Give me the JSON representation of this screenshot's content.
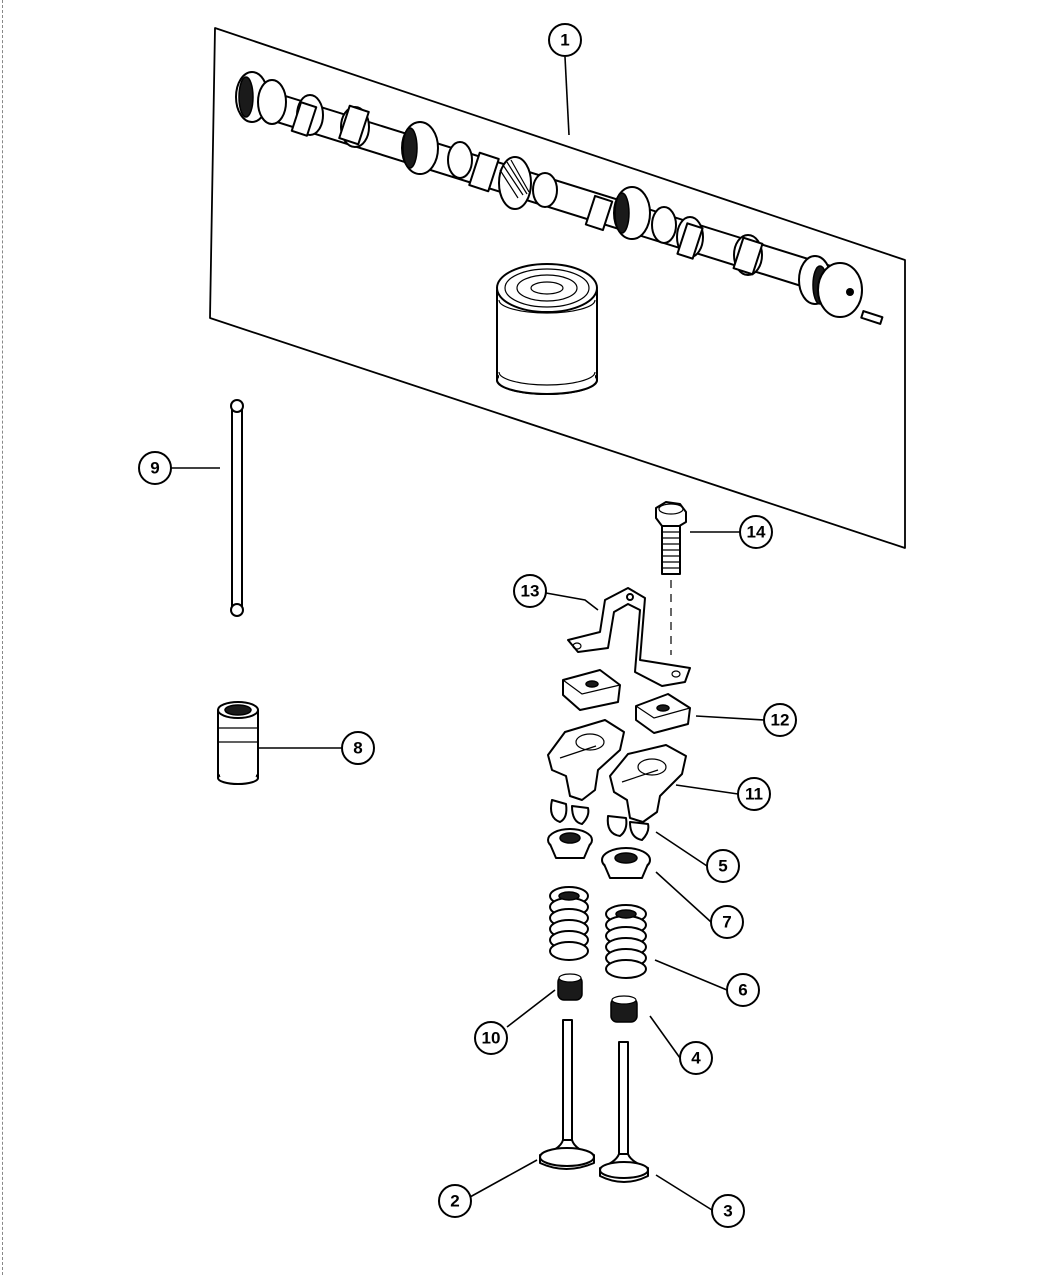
{
  "diagram": {
    "type": "exploded-parts-diagram",
    "callouts": [
      {
        "id": "1",
        "label": "1",
        "part": "camshaft-kit"
      },
      {
        "id": "2",
        "label": "2",
        "part": "intake-valve"
      },
      {
        "id": "3",
        "label": "3",
        "part": "exhaust-valve"
      },
      {
        "id": "4",
        "label": "4",
        "part": "valve-stem-seal"
      },
      {
        "id": "5",
        "label": "5",
        "part": "valve-keepers"
      },
      {
        "id": "6",
        "label": "6",
        "part": "valve-spring"
      },
      {
        "id": "7",
        "label": "7",
        "part": "valve-spring-retainer"
      },
      {
        "id": "8",
        "label": "8",
        "part": "hydraulic-lifter"
      },
      {
        "id": "9",
        "label": "9",
        "part": "push-rod"
      },
      {
        "id": "10",
        "label": "10",
        "part": "valve-stem-seal"
      },
      {
        "id": "11",
        "label": "11",
        "part": "rocker-arm"
      },
      {
        "id": "12",
        "label": "12",
        "part": "rocker-pivot"
      },
      {
        "id": "13",
        "label": "13",
        "part": "rocker-bridge"
      },
      {
        "id": "14",
        "label": "14",
        "part": "bolt"
      }
    ]
  },
  "colors": {
    "ink": "#000000",
    "paper": "#ffffff"
  }
}
